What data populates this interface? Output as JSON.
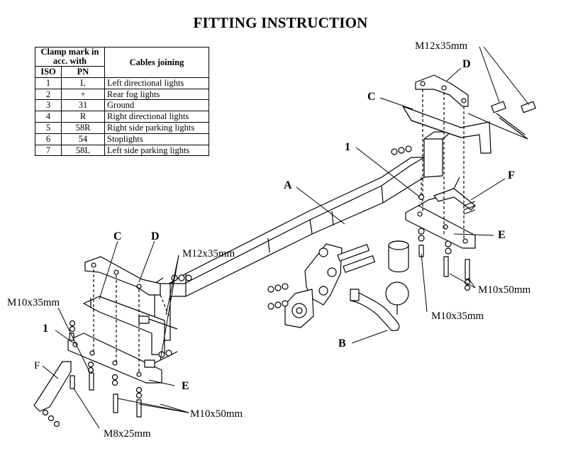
{
  "title": "FITTING INSTRUCTION",
  "table": {
    "header_clamp": "Clamp mark in acc. with",
    "header_iso": "ISO",
    "header_pn": "PN",
    "header_cables": "Cables joining",
    "rows": [
      {
        "iso": "1",
        "pn": "L",
        "cable": "Left directional lights"
      },
      {
        "iso": "2",
        "pn": "+",
        "cable": "Rear fog lights"
      },
      {
        "iso": "3",
        "pn": "31",
        "cable": "Ground"
      },
      {
        "iso": "4",
        "pn": "R",
        "cable": "Right directional lights"
      },
      {
        "iso": "5",
        "pn": "58R",
        "cable": "Right side parking lights"
      },
      {
        "iso": "6",
        "pn": "54",
        "cable": "Stoplights"
      },
      {
        "iso": "7",
        "pn": "58L",
        "cable": "Left side parking lights"
      }
    ]
  },
  "labels": {
    "a": "A",
    "b": "B",
    "c_right": "C",
    "c_left": "C",
    "d_right": "D",
    "d_left": "D",
    "e_right": "E",
    "e_left": "E",
    "f_right": "F",
    "f_left": "F",
    "one_right": "1",
    "one_left": "1",
    "bolt_m12_top": "M12x35mm",
    "bolt_m12_mid": "M12x35mm",
    "bolt_m10x35_left": "M10x35mm",
    "bolt_m10x35_right": "M10x35mm",
    "bolt_m10x50_right": "M10x50mm",
    "bolt_m10x50_bottom": "M10x50mm",
    "bolt_m8x25": "M8x25mm"
  }
}
